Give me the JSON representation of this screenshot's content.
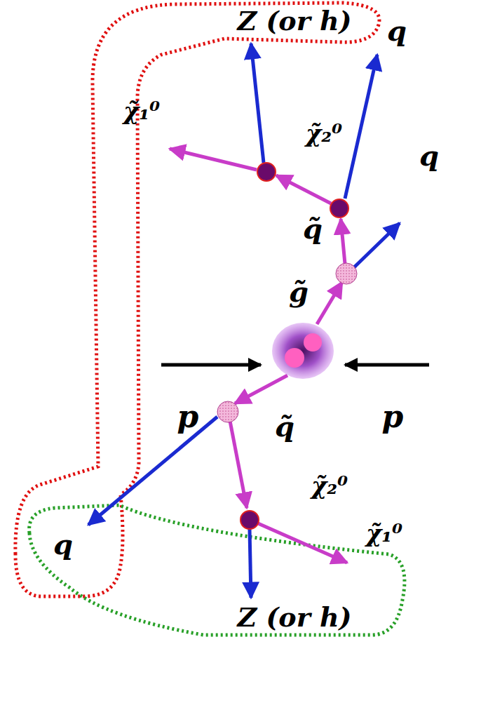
{
  "diagram": {
    "labels": [
      "Z (or h)",
      "q",
      "χ̃₁⁰",
      "χ̃₂⁰",
      "q",
      "q̃",
      "g̃",
      "p",
      "p",
      "q̃",
      "χ̃₂⁰",
      "q",
      "χ̃₁⁰",
      "Z (or h)"
    ]
  }
}
